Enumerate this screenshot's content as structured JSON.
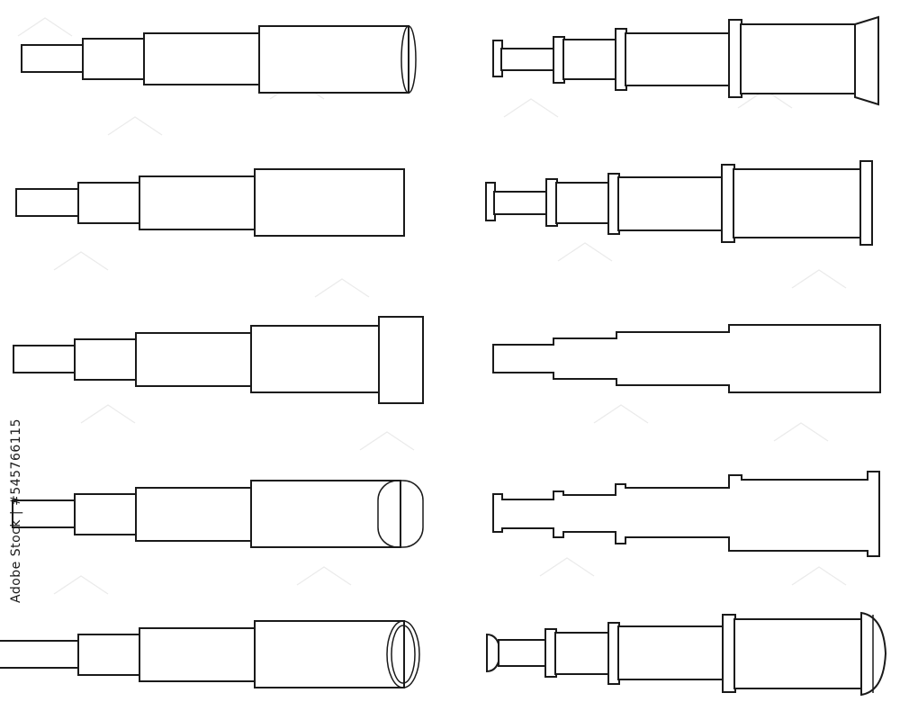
{
  "stock_id": "Adobe Stock | #545766115",
  "colors": {
    "background": "#ffffff",
    "outline": "#1a1a1a"
  },
  "icons": [
    "spyglass-icon-1",
    "spyglass-icon-2",
    "spyglass-icon-3",
    "spyglass-icon-4",
    "spyglass-icon-5",
    "spyglass-icon-6",
    "spyglass-icon-7",
    "spyglass-icon-8",
    "spyglass-icon-9",
    "spyglass-icon-10"
  ]
}
